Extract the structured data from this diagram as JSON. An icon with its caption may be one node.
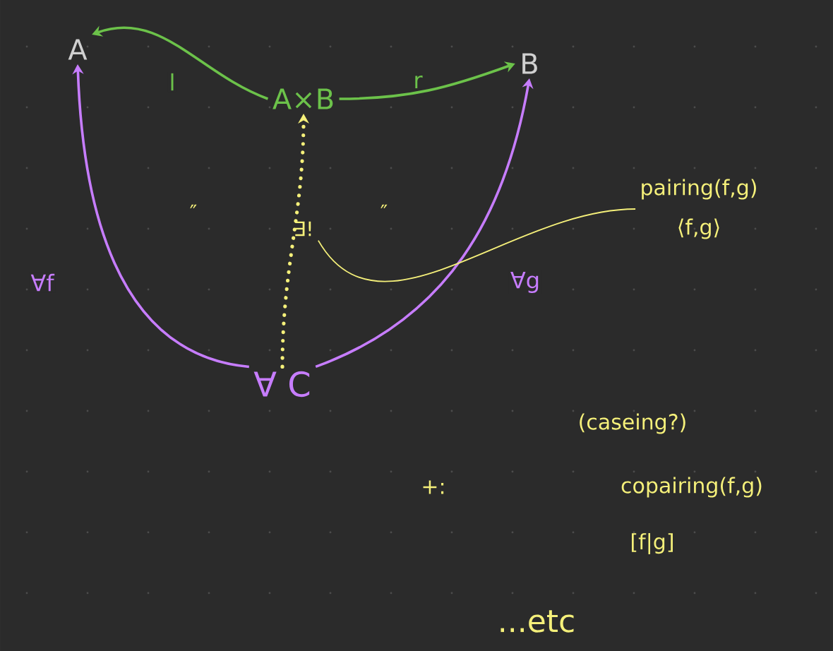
{
  "diagram": {
    "nodes": [
      {
        "text": [
          "A"
        ]
      },
      {
        "text": [
          "A×B"
        ]
      },
      {
        "text": [
          "B"
        ]
      },
      {
        "text": [
          "∀ C"
        ]
      },
      {
        "text": [
          "∃!"
        ]
      },
      {
        "text": [
          "pairing(f,g)",
          "⟨f,g⟩"
        ]
      }
    ],
    "edges": [
      {
        "from": 1,
        "to": 0,
        "arrow": "to",
        "label": "l",
        "color": "#6cc24a"
      },
      {
        "from": 1,
        "to": 2,
        "arrow": "to",
        "label": "r",
        "color": "#6cc24a"
      },
      {
        "from": 3,
        "to": 0,
        "arrow": "to",
        "label": "∀f",
        "color": "#c77dff"
      },
      {
        "from": 3,
        "to": 2,
        "arrow": "to",
        "label": "∀g",
        "color": "#c77dff"
      },
      {
        "from": 3,
        "to": 1,
        "arrow": "to",
        "style": "dashed",
        "color": "#f5f07a"
      },
      {
        "from": 4,
        "to": 5,
        "arrow": "none",
        "color": "#f5f07a"
      }
    ],
    "labels": [
      "″",
      "″",
      "(caseing?)",
      "+:",
      "copairing(f,g)",
      "[f|g]",
      "...etc"
    ]
  }
}
